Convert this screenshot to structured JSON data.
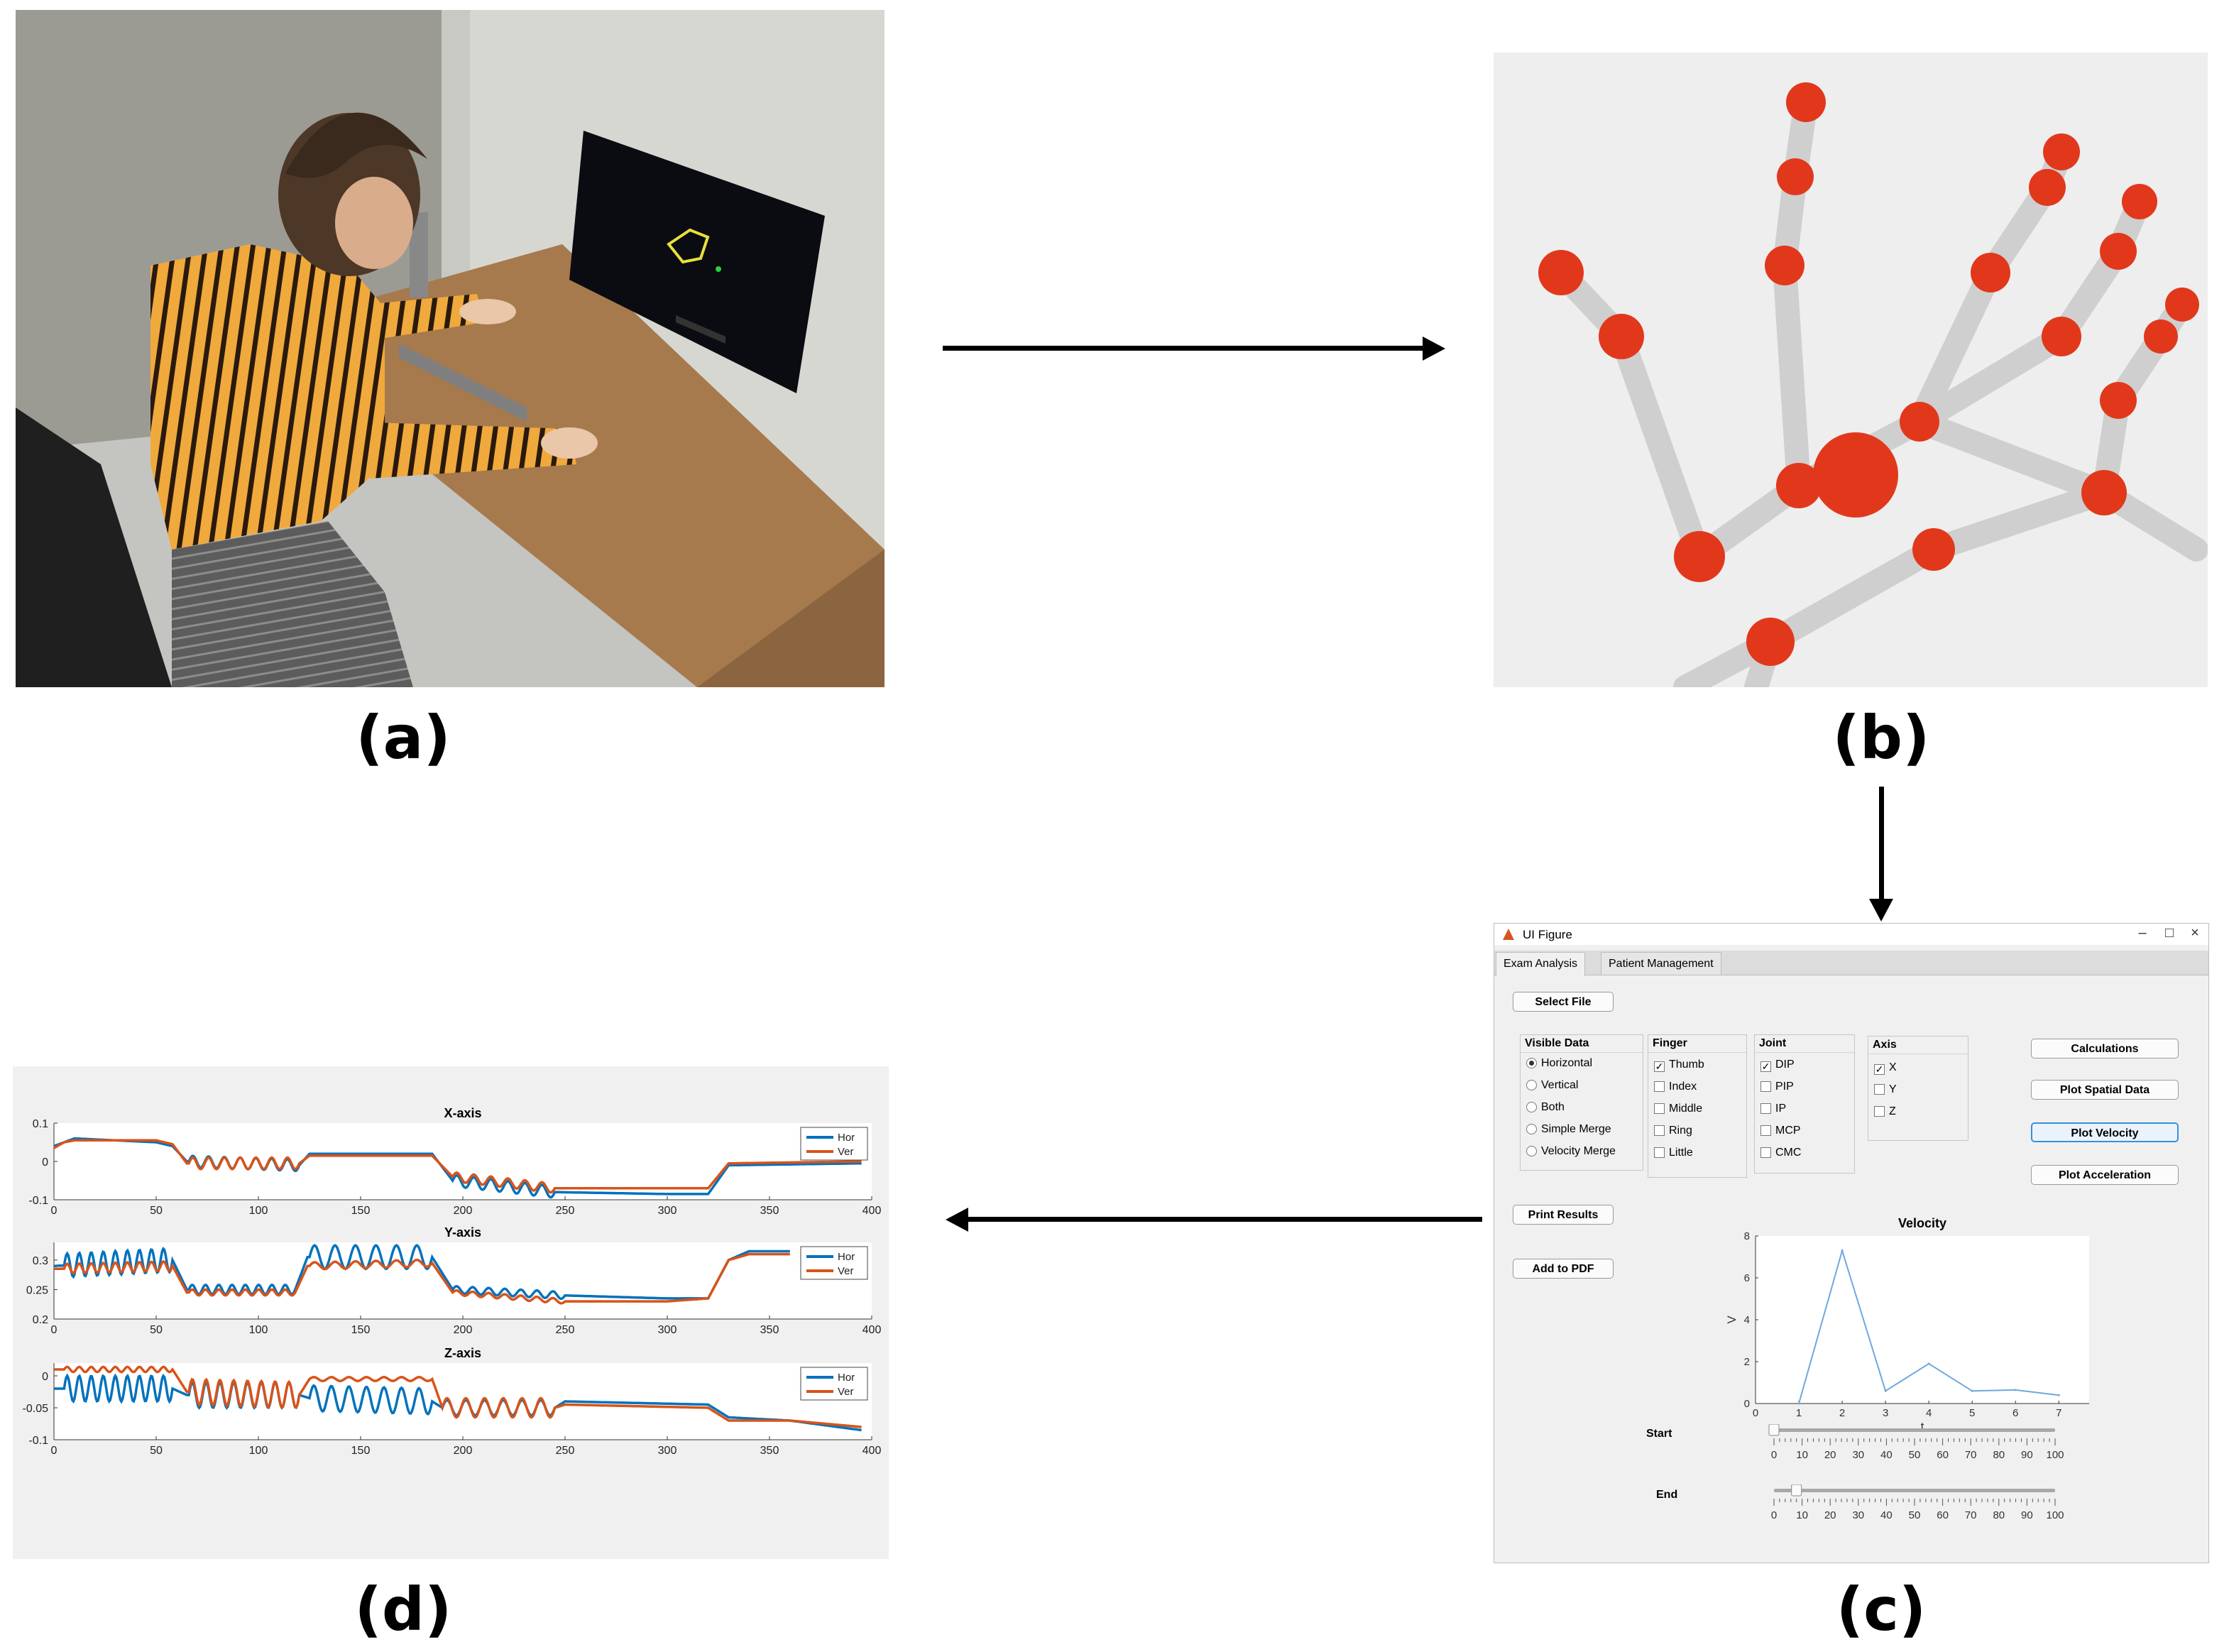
{
  "labels": {
    "a": "(a)",
    "b": "(b)",
    "c": "(c)",
    "d": "(d)"
  },
  "ui": {
    "window_title": "UI Figure",
    "tabs": [
      "Exam Analysis",
      "Patient Management"
    ],
    "select_file": "Select File",
    "print_results": "Print Results",
    "add_to_pdf": "Add to PDF",
    "visible_data": {
      "title": "Visible Data",
      "options": [
        "Horizontal",
        "Vertical",
        "Both",
        "Simple Merge",
        "Velocity Merge"
      ],
      "selected": "Horizontal"
    },
    "finger": {
      "title": "Finger",
      "options": [
        "Thumb",
        "Index",
        "Middle",
        "Ring",
        "Little"
      ],
      "checked": [
        "Thumb"
      ]
    },
    "joint": {
      "title": "Joint",
      "options": [
        "DIP",
        "PIP",
        "IP",
        "MCP",
        "CMC"
      ],
      "checked": [
        "DIP"
      ]
    },
    "axis": {
      "title": "Axis",
      "options": [
        "X",
        "Y",
        "Z"
      ],
      "checked": [
        "X"
      ]
    },
    "action_buttons": [
      "Calculations",
      "Plot Spatial Data",
      "Plot Velocity",
      "Plot Acceleration"
    ],
    "active_button": "Plot Velocity",
    "sliders": {
      "start_label": "Start",
      "end_label": "End",
      "ticks": [
        "0",
        "10",
        "20",
        "30",
        "40",
        "50",
        "60",
        "70",
        "80",
        "90",
        "100"
      ],
      "start_value": 0,
      "end_value": 8
    }
  },
  "chart_data": [
    {
      "type": "line",
      "title": "Velocity",
      "xlabel": "t",
      "ylabel": "V",
      "x": [
        1,
        2,
        3,
        4,
        5,
        6,
        7
      ],
      "series": [
        {
          "values": [
            0,
            7.3,
            0.6,
            1.9,
            0.6,
            0.65,
            0.4
          ]
        }
      ],
      "xlim": [
        0,
        7.7
      ],
      "ylim": [
        0,
        8
      ],
      "xticks": [
        0,
        1,
        2,
        3,
        4,
        5,
        6,
        7
      ],
      "yticks": [
        0,
        2,
        4,
        6,
        8
      ],
      "color": "#6fa8dc"
    },
    {
      "type": "line",
      "title": "X-axis",
      "xlim": [
        0,
        400
      ],
      "ylim": [
        -0.1,
        0.1
      ],
      "xticks": [
        0,
        50,
        100,
        150,
        200,
        250,
        300,
        350,
        400
      ],
      "yticks": [
        0.1,
        0,
        -0.1
      ],
      "legend": "top-right",
      "series": [
        {
          "name": "Hor",
          "color": "#0072bd",
          "base": [
            [
              0,
              0.04
            ],
            [
              5,
              0.05
            ],
            [
              10,
              0.06
            ],
            [
              50,
              0.05
            ],
            [
              58,
              0.04
            ],
            [
              65,
              0.0
            ],
            [
              120,
              -0.01
            ],
            [
              125,
              0.02
            ],
            [
              185,
              0.02
            ],
            [
              195,
              -0.05
            ],
            [
              245,
              -0.08
            ],
            [
              300,
              -0.085
            ],
            [
              320,
              -0.085
            ],
            [
              330,
              -0.01
            ],
            [
              395,
              -0.005
            ]
          ],
          "osc": [
            [
              66,
              120,
              7,
              0.015
            ],
            [
              195,
              245,
              6,
              0.015
            ]
          ]
        },
        {
          "name": "Ver",
          "color": "#d95319",
          "base": [
            [
              0,
              0.035
            ],
            [
              5,
              0.05
            ],
            [
              10,
              0.055
            ],
            [
              50,
              0.055
            ],
            [
              58,
              0.045
            ],
            [
              65,
              -0.005
            ],
            [
              120,
              -0.005
            ],
            [
              125,
              0.015
            ],
            [
              185,
              0.015
            ],
            [
              195,
              -0.04
            ],
            [
              245,
              -0.07
            ],
            [
              300,
              -0.07
            ],
            [
              320,
              -0.07
            ],
            [
              330,
              -0.005
            ],
            [
              395,
              0.0
            ]
          ],
          "osc": [
            [
              66,
              120,
              7,
              0.015
            ],
            [
              195,
              245,
              6,
              0.012
            ]
          ]
        }
      ]
    },
    {
      "type": "line",
      "title": "Y-axis",
      "xlim": [
        0,
        400
      ],
      "ylim": [
        0.2,
        0.33
      ],
      "xticks": [
        0,
        50,
        100,
        150,
        200,
        250,
        300,
        350,
        400
      ],
      "yticks": [
        0.3,
        0.25,
        0.2
      ],
      "legend": "top-right",
      "series": [
        {
          "name": "Hor",
          "color": "#0072bd",
          "base": [
            [
              0,
              0.29
            ],
            [
              58,
              0.3
            ],
            [
              65,
              0.25
            ],
            [
              118,
              0.25
            ],
            [
              124,
              0.305
            ],
            [
              185,
              0.305
            ],
            [
              195,
              0.25
            ],
            [
              250,
              0.24
            ],
            [
              300,
              0.235
            ],
            [
              320,
              0.235
            ],
            [
              330,
              0.3
            ],
            [
              340,
              0.315
            ],
            [
              360,
              0.315
            ]
          ],
          "osc": [
            [
              5,
              58,
              9,
              0.02
            ],
            [
              66,
              118,
              8,
              0.008
            ],
            [
              125,
              185,
              6,
              0.02
            ],
            [
              195,
              250,
              7,
              0.006
            ]
          ]
        },
        {
          "name": "Ver",
          "color": "#d95319",
          "base": [
            [
              0,
              0.285
            ],
            [
              58,
              0.29
            ],
            [
              65,
              0.245
            ],
            [
              118,
              0.245
            ],
            [
              124,
              0.29
            ],
            [
              185,
              0.295
            ],
            [
              195,
              0.245
            ],
            [
              250,
              0.23
            ],
            [
              300,
              0.23
            ],
            [
              320,
              0.235
            ],
            [
              330,
              0.3
            ],
            [
              340,
              0.31
            ],
            [
              360,
              0.31
            ]
          ],
          "osc": [
            [
              5,
              58,
              9,
              0.008
            ],
            [
              66,
              118,
              8,
              0.005
            ],
            [
              125,
              185,
              6,
              0.006
            ],
            [
              195,
              250,
              7,
              0.004
            ]
          ]
        }
      ]
    },
    {
      "type": "line",
      "title": "Z-axis",
      "xlim": [
        0,
        400
      ],
      "ylim": [
        -0.1,
        0.02
      ],
      "xticks": [
        0,
        50,
        100,
        150,
        200,
        250,
        300,
        350,
        400
      ],
      "yticks": [
        0,
        -0.05,
        -0.1
      ],
      "legend": "top-right",
      "series": [
        {
          "name": "Hor",
          "color": "#0072bd",
          "base": [
            [
              0,
              -0.02
            ],
            [
              58,
              -0.02
            ],
            [
              65,
              -0.03
            ],
            [
              120,
              -0.03
            ],
            [
              125,
              -0.035
            ],
            [
              185,
              -0.04
            ],
            [
              190,
              -0.05
            ],
            [
              245,
              -0.05
            ],
            [
              250,
              -0.04
            ],
            [
              320,
              -0.045
            ],
            [
              330,
              -0.065
            ],
            [
              360,
              -0.07
            ],
            [
              395,
              -0.085
            ]
          ],
          "osc": [
            [
              5,
              58,
              9,
              0.02
            ],
            [
              66,
              120,
              8,
              0.02
            ],
            [
              125,
              185,
              7,
              0.02
            ],
            [
              190,
              245,
              6,
              0.012
            ]
          ]
        },
        {
          "name": "Ver",
          "color": "#d95319",
          "base": [
            [
              0,
              0.01
            ],
            [
              58,
              0.01
            ],
            [
              65,
              -0.025
            ],
            [
              120,
              -0.03
            ],
            [
              125,
              -0.005
            ],
            [
              185,
              -0.005
            ],
            [
              190,
              -0.05
            ],
            [
              245,
              -0.05
            ],
            [
              250,
              -0.045
            ],
            [
              320,
              -0.05
            ],
            [
              330,
              -0.07
            ],
            [
              360,
              -0.07
            ],
            [
              395,
              -0.08
            ]
          ],
          "osc": [
            [
              5,
              58,
              9,
              0.004
            ],
            [
              66,
              120,
              8,
              0.02
            ],
            [
              125,
              185,
              7,
              0.003
            ],
            [
              190,
              245,
              6,
              0.015
            ]
          ]
        }
      ]
    }
  ]
}
